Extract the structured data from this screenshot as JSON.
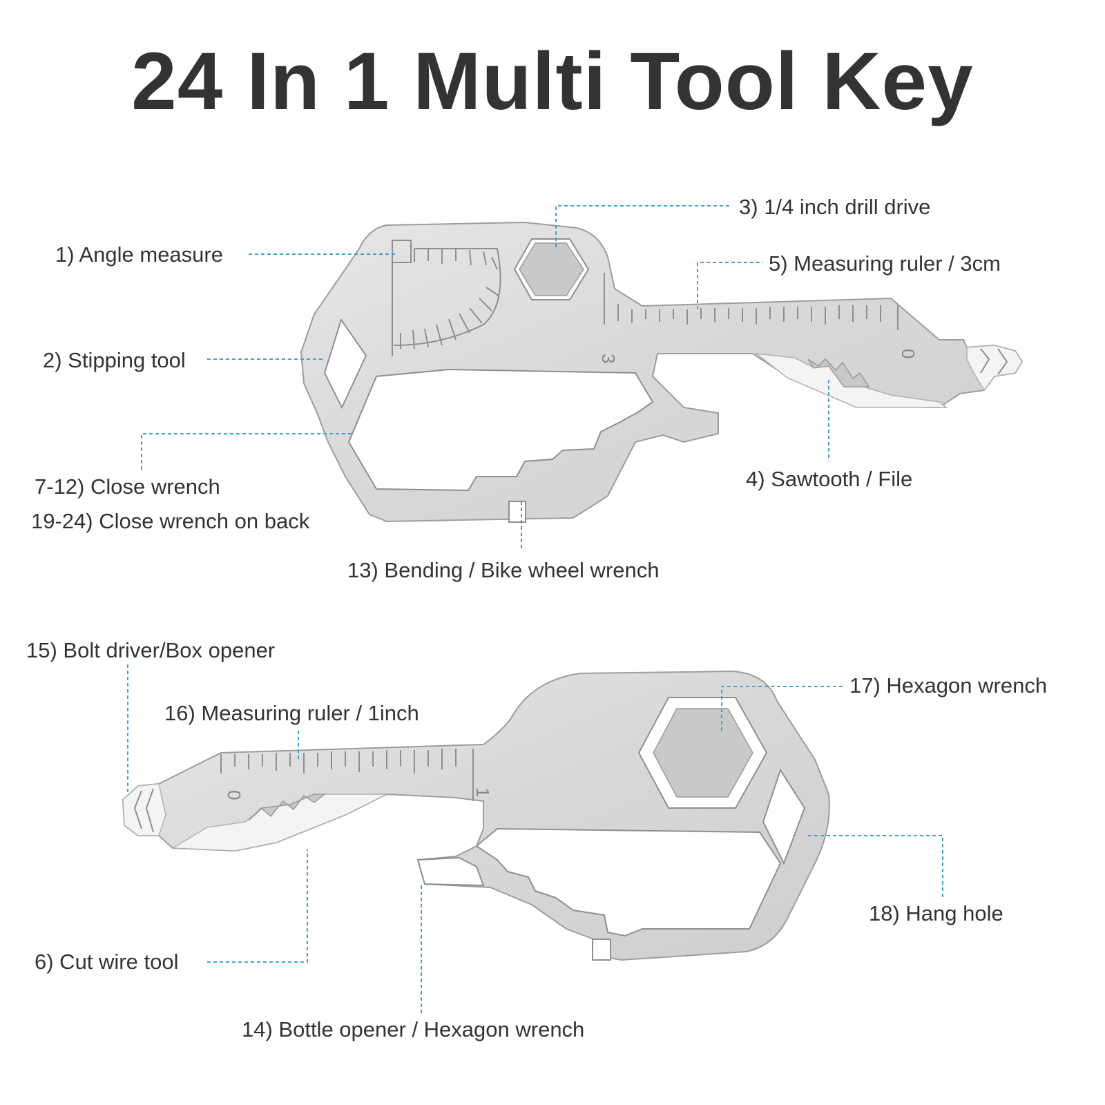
{
  "title": "24 In 1 Multi Tool Key",
  "colors": {
    "title": "#333333",
    "label": "#333333",
    "leader": "#3aa3c8",
    "metal": "#dcdcdc"
  },
  "top_tool": {
    "ruler_marks": [
      "3",
      "0"
    ],
    "labels": {
      "angle_measure": "1) Angle measure",
      "stripping_tool": "2) Stipping tool",
      "drill_drive": "3) 1/4 inch drill drive",
      "sawtooth_file": "4) Sawtooth / File",
      "ruler_3cm": "5) Measuring ruler / 3cm",
      "close_wrench": "7-12) Close wrench",
      "close_wrench_back": "19-24) Close wrench on back",
      "bike_wheel_wrench": "13) Bending / Bike wheel wrench"
    }
  },
  "bottom_tool": {
    "ruler_marks": [
      "0",
      "1"
    ],
    "labels": {
      "bolt_driver": "15) Bolt driver/Box opener",
      "ruler_1inch": "16) Measuring ruler / 1inch",
      "hexagon_wrench": "17) Hexagon wrench",
      "hang_hole": "18) Hang hole",
      "cut_wire_tool": "6) Cut wire tool",
      "bottle_opener": "14) Bottle opener / Hexagon wrench"
    }
  }
}
